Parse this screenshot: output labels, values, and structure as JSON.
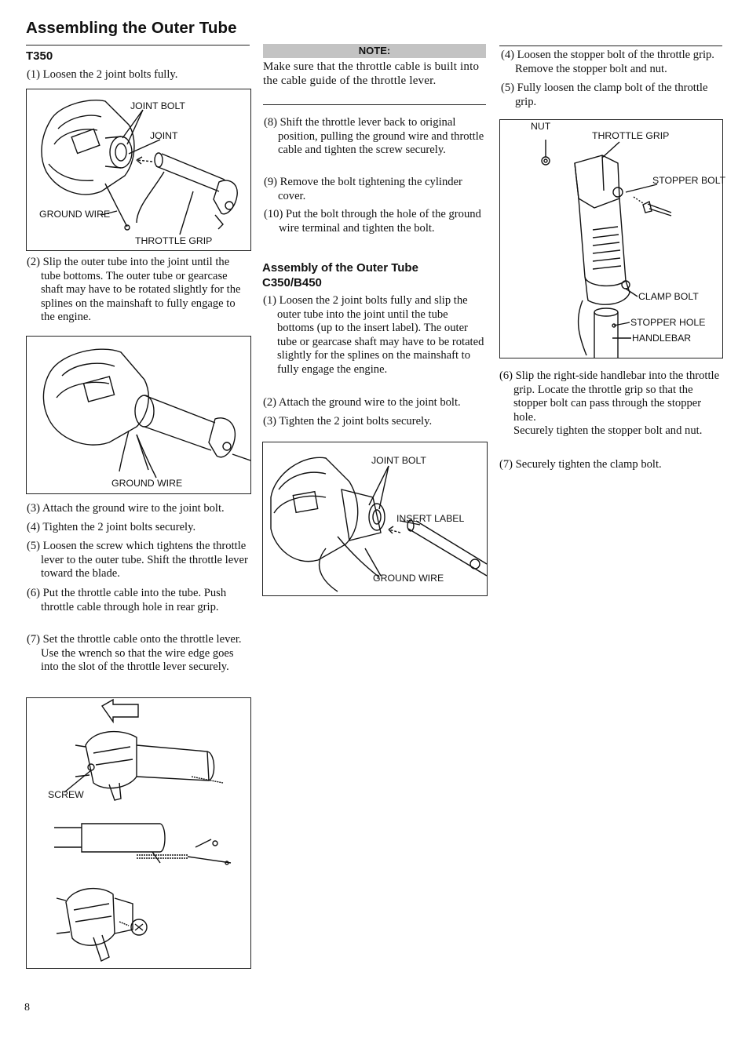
{
  "page": {
    "title": "Assembling the Outer Tube",
    "page_number": "8"
  },
  "col1": {
    "heading": "T350",
    "step1": "(1) Loosen the 2 joint bolts fully.",
    "fig1": {
      "label_joint_bolt": "JOINT BOLT",
      "label_joint": "JOINT",
      "label_ground_wire": "GROUND WIRE",
      "label_throttle_grip": "THROTTLE GRIP"
    },
    "step2": "(2) Slip the outer tube into the joint until the tube bottoms. The outer tube or gearcase shaft may have to be rotated slightly for the splines on the mainshaft to fully engage to the engine.",
    "fig2": {
      "label_ground_wire": "GROUND WIRE"
    },
    "step3": "(3) Attach the ground wire to the joint bolt.",
    "step4": "(4) Tighten the 2 joint bolts securely.",
    "step5": "(5) Loosen the screw which tightens the throttle lever to the outer tube. Shift the throttle lever toward the blade.",
    "step6": "(6) Put the throttle cable into the tube. Push throttle cable through hole in rear grip.",
    "step7": "(7) Set the throttle cable onto the throttle lever. Use the wrench so that the wire edge goes into the slot of the throttle lever securely.",
    "fig3": {
      "label_screw": "SCREW"
    }
  },
  "col2": {
    "note_heading": "NOTE:",
    "note_text": "Make sure that the throttle cable is built into the cable guide of the throttle lever.",
    "step8": "(8) Shift the throttle lever back to original position, pulling the ground wire and throttle cable and tighten the screw securely.",
    "step9": "(9) Remove the bolt tightening the cylinder cover.",
    "step10": "(10) Put the bolt through the hole of the ground wire terminal and tighten the bolt.",
    "heading_line1": "Assembly of the Outer Tube",
    "heading_line2": "C350/B450",
    "step1": "(1) Loosen the 2 joint bolts fully and slip the outer tube into the joint until the tube bottoms (up to the insert label). The outer tube or gearcase shaft may have to be rotated slightly for the splines on the mainshaft to fully engage the engine.",
    "step2": "(2) Attach the ground wire to the joint bolt.",
    "step3": "(3) Tighten the 2 joint bolts securely.",
    "fig4": {
      "label_joint_bolt": "JOINT BOLT",
      "label_insert_label": "INSERT LABEL",
      "label_ground_wire": "GROUND WIRE"
    }
  },
  "col3": {
    "step4": "(4) Loosen the stopper bolt of the throttle grip. Remove the stopper bolt and nut.",
    "step5": "(5) Fully loosen the clamp bolt of the throttle grip.",
    "fig5": {
      "label_nut": "NUT",
      "label_throttle_grip": "THROTTLE GRIP",
      "label_stopper_bolt": "STOPPER BOLT",
      "label_clamp_bolt": "CLAMP BOLT",
      "label_stopper_hole": "STOPPER HOLE",
      "label_handlebar": "HANDLEBAR"
    },
    "step6_a": "(6) Slip the right-side handlebar into the throttle grip. Locate the throttle grip so that the stopper bolt can pass through the stopper hole.",
    "step6_b": "Securely tighten the stopper bolt and nut.",
    "step7": "(7) Securely tighten the clamp bolt."
  }
}
